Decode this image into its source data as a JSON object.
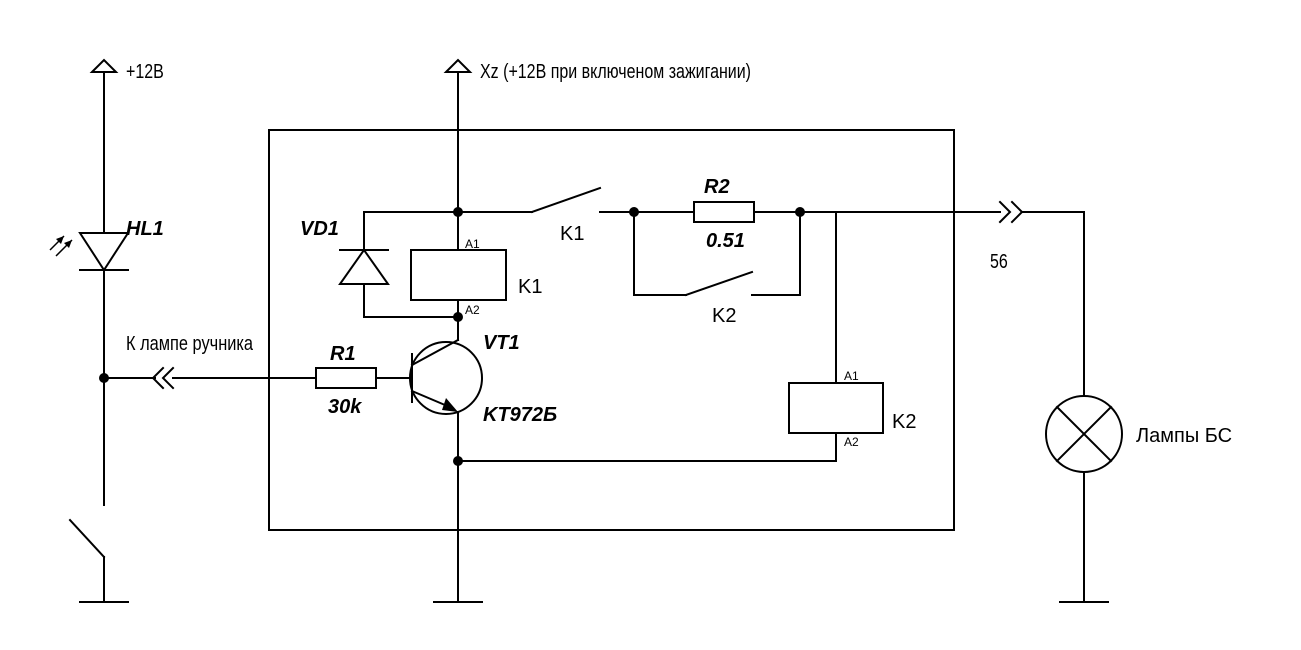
{
  "labels": {
    "supply_12v": "+12B",
    "supply_xz": "Xz (+12B при включеном зажигании)",
    "hl1": "HL1",
    "vd1": "VD1",
    "k1_contact": "K1",
    "k1_coil": "K1",
    "k2_contact": "K2",
    "k2_coil": "K2",
    "r2_name": "R2",
    "r2_value": "0.51",
    "r1_name": "R1",
    "r1_value": "30k",
    "vt1_name": "VT1",
    "vt1_type": "KT972Б",
    "handbrake": "К лампе ручника",
    "out_56": "56",
    "lamps": "Лампы БС",
    "k1_a1": "A1",
    "k1_a2": "A2",
    "k2_a1": "A1",
    "k2_a2": "A2"
  },
  "colors": {
    "line": "#000000",
    "background": "#ffffff"
  }
}
